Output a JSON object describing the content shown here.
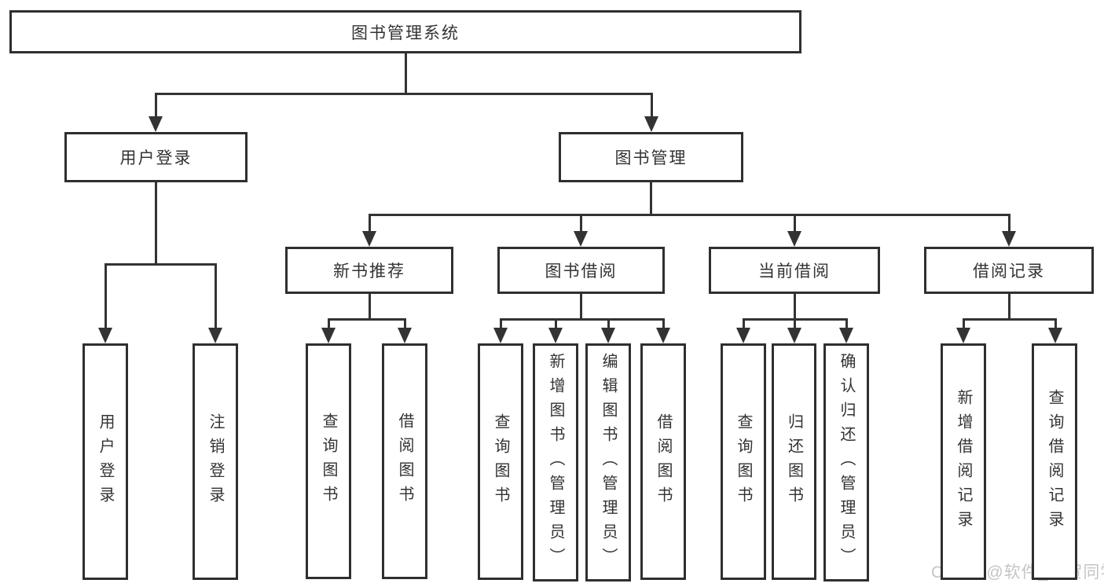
{
  "diagram_title": "图书管理系统",
  "tree": {
    "label": "图书管理系统",
    "children": [
      {
        "label": "用户登录",
        "children": [
          {
            "label": "用户登录"
          },
          {
            "label": "注销登录"
          }
        ]
      },
      {
        "label": "图书管理",
        "children": [
          {
            "label": "新书推荐",
            "children": [
              {
                "label": "查询图书"
              },
              {
                "label": "借阅图书"
              }
            ]
          },
          {
            "label": "图书借阅",
            "children": [
              {
                "label": "查询图书"
              },
              {
                "label": "新增图书（管理员）"
              },
              {
                "label": "编辑图书（管理员）"
              },
              {
                "label": "借阅图书"
              }
            ]
          },
          {
            "label": "当前借阅",
            "children": [
              {
                "label": "查询图书"
              },
              {
                "label": "归还图书"
              },
              {
                "label": "确认归还（管理员）"
              }
            ]
          },
          {
            "label": "借阅记录",
            "children": [
              {
                "label": "新增借阅记录"
              },
              {
                "label": "查询借阅记录"
              }
            ]
          }
        ]
      }
    ]
  },
  "watermark": {
    "text": "CSDN @软件_小贺同学",
    "color": "#c6c4c4"
  },
  "colors": {
    "line": "#333333",
    "box_border": "#2f2f2f",
    "box_background": "#ffffff",
    "text": "#333333",
    "background": "#ffffff"
  }
}
